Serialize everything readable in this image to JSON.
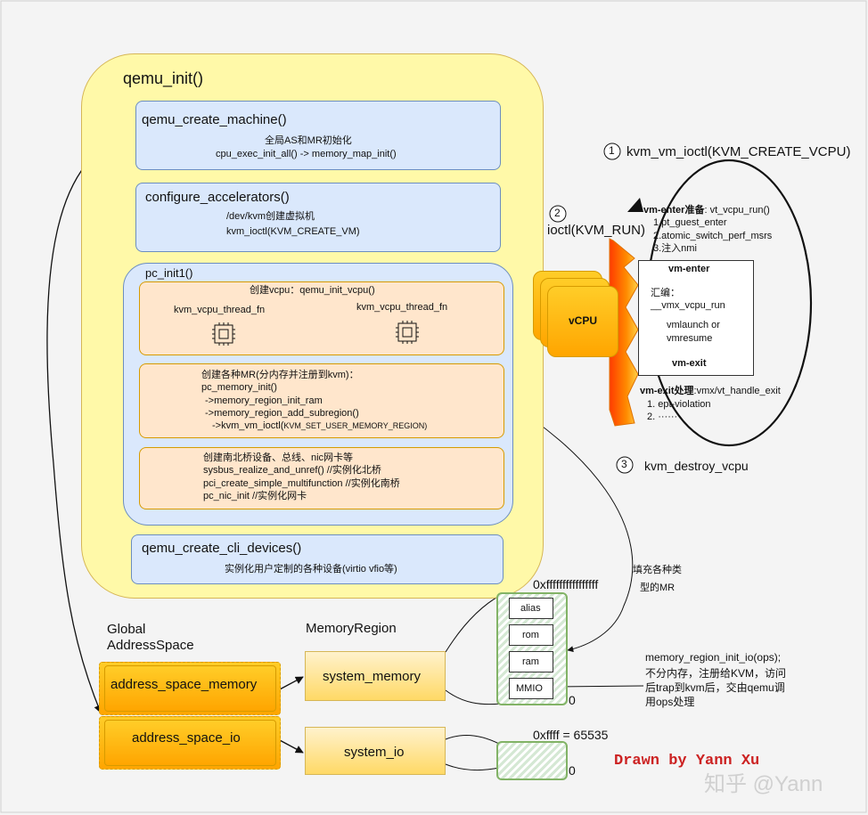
{
  "qemu_init": {
    "title": "qemu_init()",
    "create_machine": {
      "title": "qemu_create_machine()",
      "line1": "全局AS和MR初始化",
      "line2": "cpu_exec_init_all() -> memory_map_init()"
    },
    "configure_accel": {
      "title": "configure_accelerators()",
      "line1": "/dev/kvm创建虚拟机",
      "line2": "kvm_ioctl(KVM_CREATE_VM)"
    },
    "pc_init1": {
      "title": "pc_init1()",
      "vcpu": {
        "title": "创建vcpu：qemu_init_vcpu()",
        "thread_left": "kvm_vcpu_thread_fn",
        "thread_right": "kvm_vcpu_thread_fn"
      },
      "mr": {
        "line1": "创建各种MR(分内存并注册到kvm)：",
        "line2": "pc_memory_init()",
        "line3": "->memory_region_init_ram",
        "line4": "->memory_region_add_subregion()",
        "line5_main": "->kvm_vm_ioctl(",
        "line5_small": "KVM_SET_USER_MEMORY_REGION)"
      },
      "devices": {
        "line1": "创建南北桥设备、总线、nic网卡等",
        "line2": "sysbus_realize_and_unref()   //实例化北桥",
        "line3": "pci_create_simple_multifunction   //实例化南桥",
        "line4": "pc_nic_init    //实例化网卡"
      }
    },
    "cli_devices": {
      "title": "qemu_create_cli_devices()",
      "line1": "实例化用户定制的各种设备(virtio vfio等)"
    }
  },
  "vcpu_block": {
    "label": "vCPU"
  },
  "steps": {
    "step1": {
      "num": "1",
      "text": "kvm_vm_ioctl(KVM_CREATE_VCPU)"
    },
    "step2": {
      "num": "2",
      "text": "ioctl(KVM_RUN)"
    },
    "step3": {
      "num": "3",
      "text": "kvm_destroy_vcpu"
    }
  },
  "vm_enter_prep": {
    "bold": "vm-enter准备",
    "rest": ": vt_vcpu_run()",
    "items": [
      "1.pt_guest_enter",
      "2.atomic_switch_perf_msrs",
      "3.注入nmi"
    ]
  },
  "asm_box": {
    "title": "vm-enter",
    "asm_label": "汇编：",
    "func": "__vmx_vcpu_run",
    "l1": "vmlaunch or",
    "l2": "vmresume",
    "exit": "vm-exit"
  },
  "vm_exit_handle": {
    "bold": "vm-exit处理",
    "rest": ":vmx/vt_handle_exit",
    "items": [
      "1. ept-violation",
      "2. ······"
    ]
  },
  "memory": {
    "global_as_label_1": "Global",
    "global_as_label_2": "AddressSpace",
    "mr_label": "MemoryRegion",
    "as_memory": "address_space_memory",
    "as_io": "address_space_io",
    "system_memory": "system_memory",
    "system_io": "system_io",
    "top_addr": "0xffffffffffffffff",
    "zero1": "0",
    "io_top": "0xffff = 65535",
    "zero2": "0",
    "subregions": [
      "alias",
      "rom",
      "ram",
      "MMIO"
    ],
    "fill_label_1": "填充各种类",
    "fill_label_2": "型的MR",
    "mmio_note": [
      "memory_region_init_io(ops);",
      "不分内存，注册给KVM，访问",
      "后trap到kvm后，交由qemu调",
      "用ops处理"
    ]
  },
  "signature": {
    "drawn": "Drawn by Yann Xu",
    "watermark": "知乎 @Yann"
  },
  "colors": {
    "yellow_panel": "#fff9a8",
    "blue_box": "#dae8fc",
    "orange_box": "#ffe6cc",
    "gold": "#ffb300",
    "signature_red": "#cc2222"
  }
}
